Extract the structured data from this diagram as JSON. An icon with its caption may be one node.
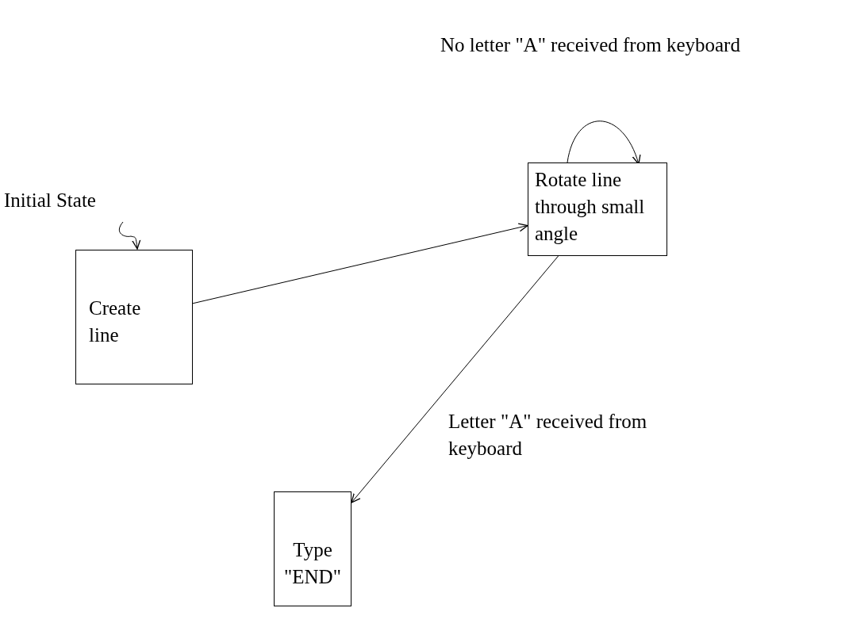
{
  "diagram": {
    "nodes": [
      {
        "text": [
          "Initial State"
        ]
      },
      {
        "text": [
          "Create line"
        ]
      },
      {
        "text": [
          "Rotate line through small angle"
        ]
      },
      {
        "text": [
          "Type \"END\""
        ]
      }
    ],
    "edges": [
      {
        "from": 0,
        "to": 1,
        "arrow": "to"
      },
      {
        "from": 1,
        "to": 2,
        "arrow": "to"
      },
      {
        "from": 2,
        "to": 2,
        "arrow": "to",
        "label": "No letter \"A\" received from keyboard"
      },
      {
        "from": 2,
        "to": 3,
        "arrow": "to",
        "label": "Letter \"A\" received from keyboard"
      }
    ]
  }
}
